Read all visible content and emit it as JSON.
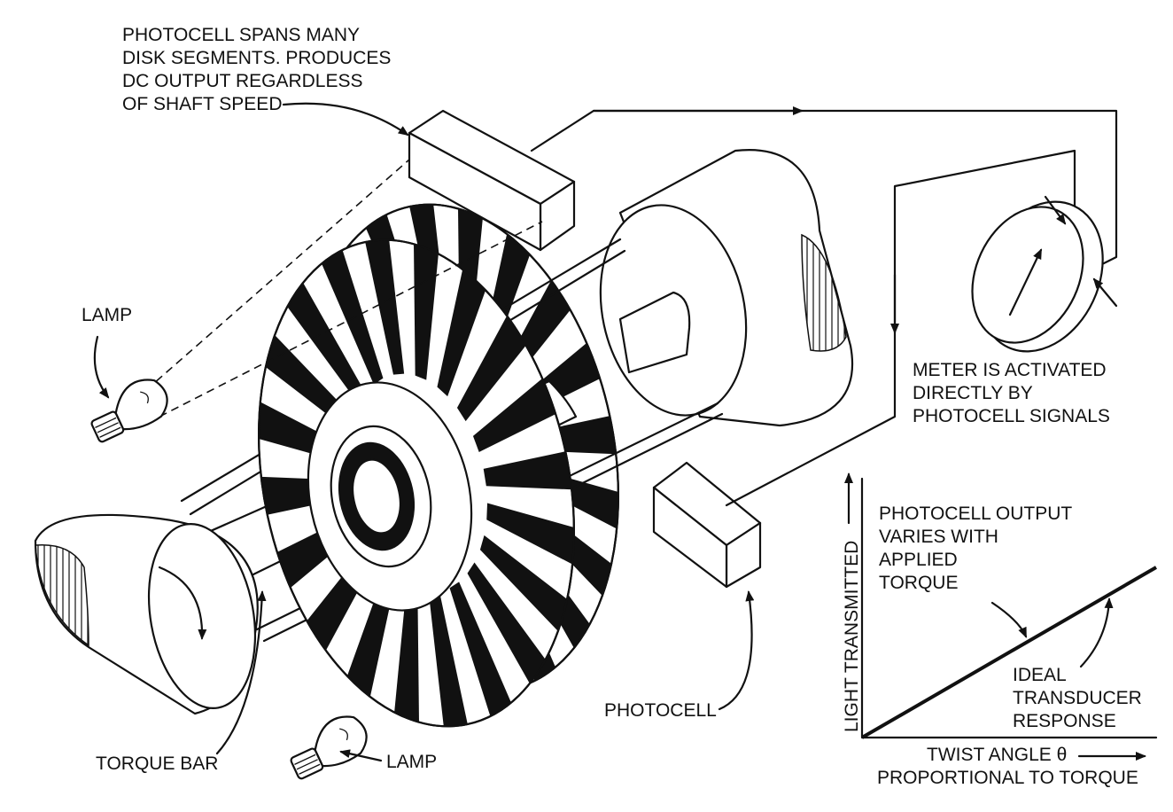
{
  "labels": {
    "photocell_spans": [
      "PHOTOCELL SPANS MANY",
      "DISK SEGMENTS. PRODUCES",
      "DC OUTPUT REGARDLESS",
      "OF SHAFT SPEED"
    ],
    "lamp_top": "LAMP",
    "lamp_bottom": "LAMP",
    "torque_bar": "TORQUE BAR",
    "photocell": "PHOTOCELL",
    "meter_note": [
      "METER IS ACTIVATED",
      "DIRECTLY BY",
      "PHOTOCELL SIGNALS"
    ],
    "graph_note": [
      "PHOTOCELL OUTPUT",
      "VARIES WITH",
      "APPLIED",
      "TORQUE"
    ],
    "ideal_response": [
      "IDEAL",
      "TRANSDUCER",
      "RESPONSE"
    ],
    "y_axis": "LIGHT TRANSMITTED",
    "x_axis": [
      "TWIST ANGLE θ",
      "PROPORTIONAL TO TORQUE"
    ]
  },
  "colors": {
    "ink": "#111111",
    "paper": "#ffffff"
  },
  "disk": {
    "segments": 20
  }
}
